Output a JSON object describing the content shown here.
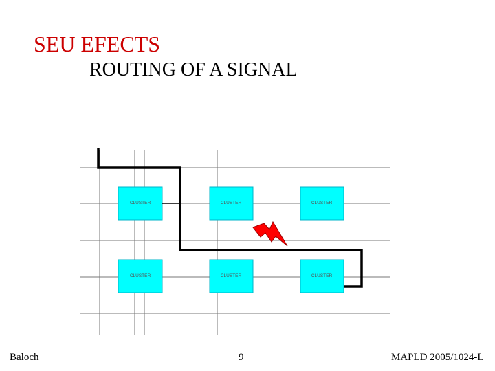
{
  "slide": {
    "title": "SEU EFECTS",
    "subtitle": "ROUTING OF A SIGNAL"
  },
  "diagram": {
    "clusters": [
      {
        "label": "CLUSTER"
      },
      {
        "label": "CLUSTER"
      },
      {
        "label": "CLUSTER"
      },
      {
        "label": "CLUSTER"
      },
      {
        "label": "CLUSTER"
      },
      {
        "label": "CLUSTER"
      }
    ],
    "cluster_color": "#00ffff",
    "signal_color": "#000000",
    "seu_color": "#ff0000",
    "icons": [
      "lightning-bolt-icon"
    ]
  },
  "footer": {
    "author": "Baloch",
    "page_number": "9",
    "conference": "MAPLD 2005/1024-L"
  }
}
